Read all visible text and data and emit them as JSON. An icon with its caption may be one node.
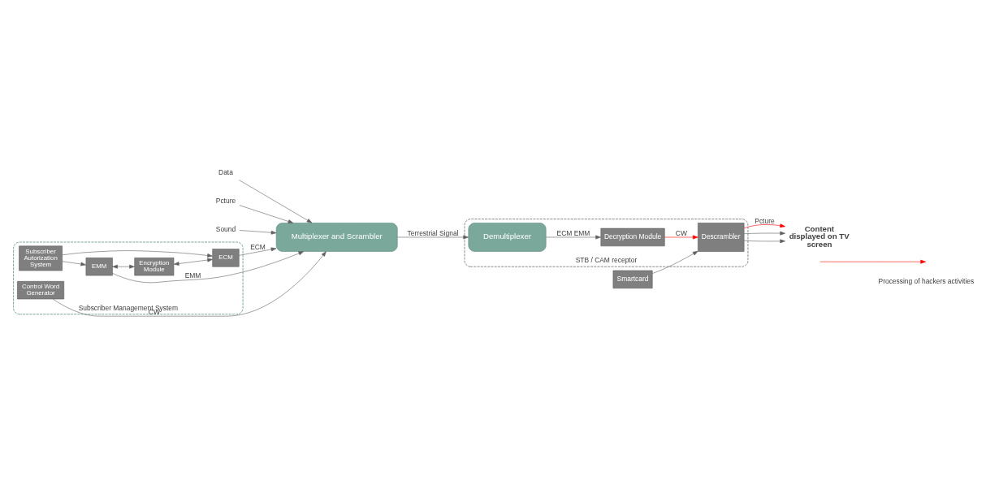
{
  "diagram": {
    "nodes": [
      {
        "text": [
          "Data"
        ]
      },
      {
        "text": [
          "Pcture"
        ]
      },
      {
        "text": [
          "Sound"
        ]
      },
      {
        "text": [
          "Multiplexer and Scrambler"
        ]
      },
      {
        "text": [
          "Subscriber Management System"
        ]
      },
      {
        "text": [
          "EMM"
        ],
        "in": 4
      },
      {
        "text": [
          "Encryption Module"
        ],
        "in": 4
      },
      {
        "text": [
          "ECM"
        ],
        "in": 4
      },
      {
        "text": [
          "Subscriber Autorization System"
        ],
        "in": 4
      },
      {
        "text": [
          "Control Word Generator"
        ],
        "in": 4
      },
      {
        "text": [
          "STB / CAM receptor"
        ]
      },
      {
        "text": [
          "Demultiplexer"
        ],
        "in": 10
      },
      {
        "text": [
          "Decryption Module"
        ],
        "in": 10
      },
      {
        "text": [
          "Descrambler"
        ],
        "in": 10
      },
      {
        "text": [
          "Smartcard"
        ]
      },
      {
        "text": [
          "Content displayed on TV screen"
        ]
      }
    ],
    "edges": [
      {
        "from": 0,
        "to": 3,
        "arrow": "to"
      },
      {
        "from": 1,
        "to": 3,
        "arrow": "to"
      },
      {
        "from": 2,
        "to": 3,
        "arrow": "to"
      },
      {
        "from": 5,
        "to": 3,
        "arrow": "to",
        "label": "EMM"
      },
      {
        "from": 7,
        "to": 3,
        "arrow": "to",
        "label": "ECM"
      },
      {
        "from": 9,
        "to": 3,
        "arrow": "to",
        "label": "CW"
      },
      {
        "from": 5,
        "to": 6,
        "arrow": "both"
      },
      {
        "from": 6,
        "to": 7,
        "arrow": "both"
      },
      {
        "from": 8,
        "to": 5,
        "arrow": "to"
      },
      {
        "from": 8,
        "to": 7,
        "arrow": "to"
      },
      {
        "from": 3,
        "to": 11,
        "arrow": "to",
        "label": "Terrestrial Signal"
      },
      {
        "from": 11,
        "to": 12,
        "arrow": "to",
        "label": "ECM EMM"
      },
      {
        "from": 12,
        "to": 13,
        "arrow": "to",
        "label": "CW",
        "color": "#ff0000"
      },
      {
        "from": 14,
        "to": 13,
        "arrow": "to"
      },
      {
        "from": 13,
        "to": 15,
        "arrow": "to",
        "label": "Pcture",
        "color": "#ff0000"
      },
      {
        "from": 13,
        "to": 15,
        "arrow": "to"
      },
      {
        "from": 13,
        "to": 15,
        "arrow": "to"
      }
    ],
    "legend": [
      {
        "text": "Processing of hackers activities"
      }
    ]
  }
}
